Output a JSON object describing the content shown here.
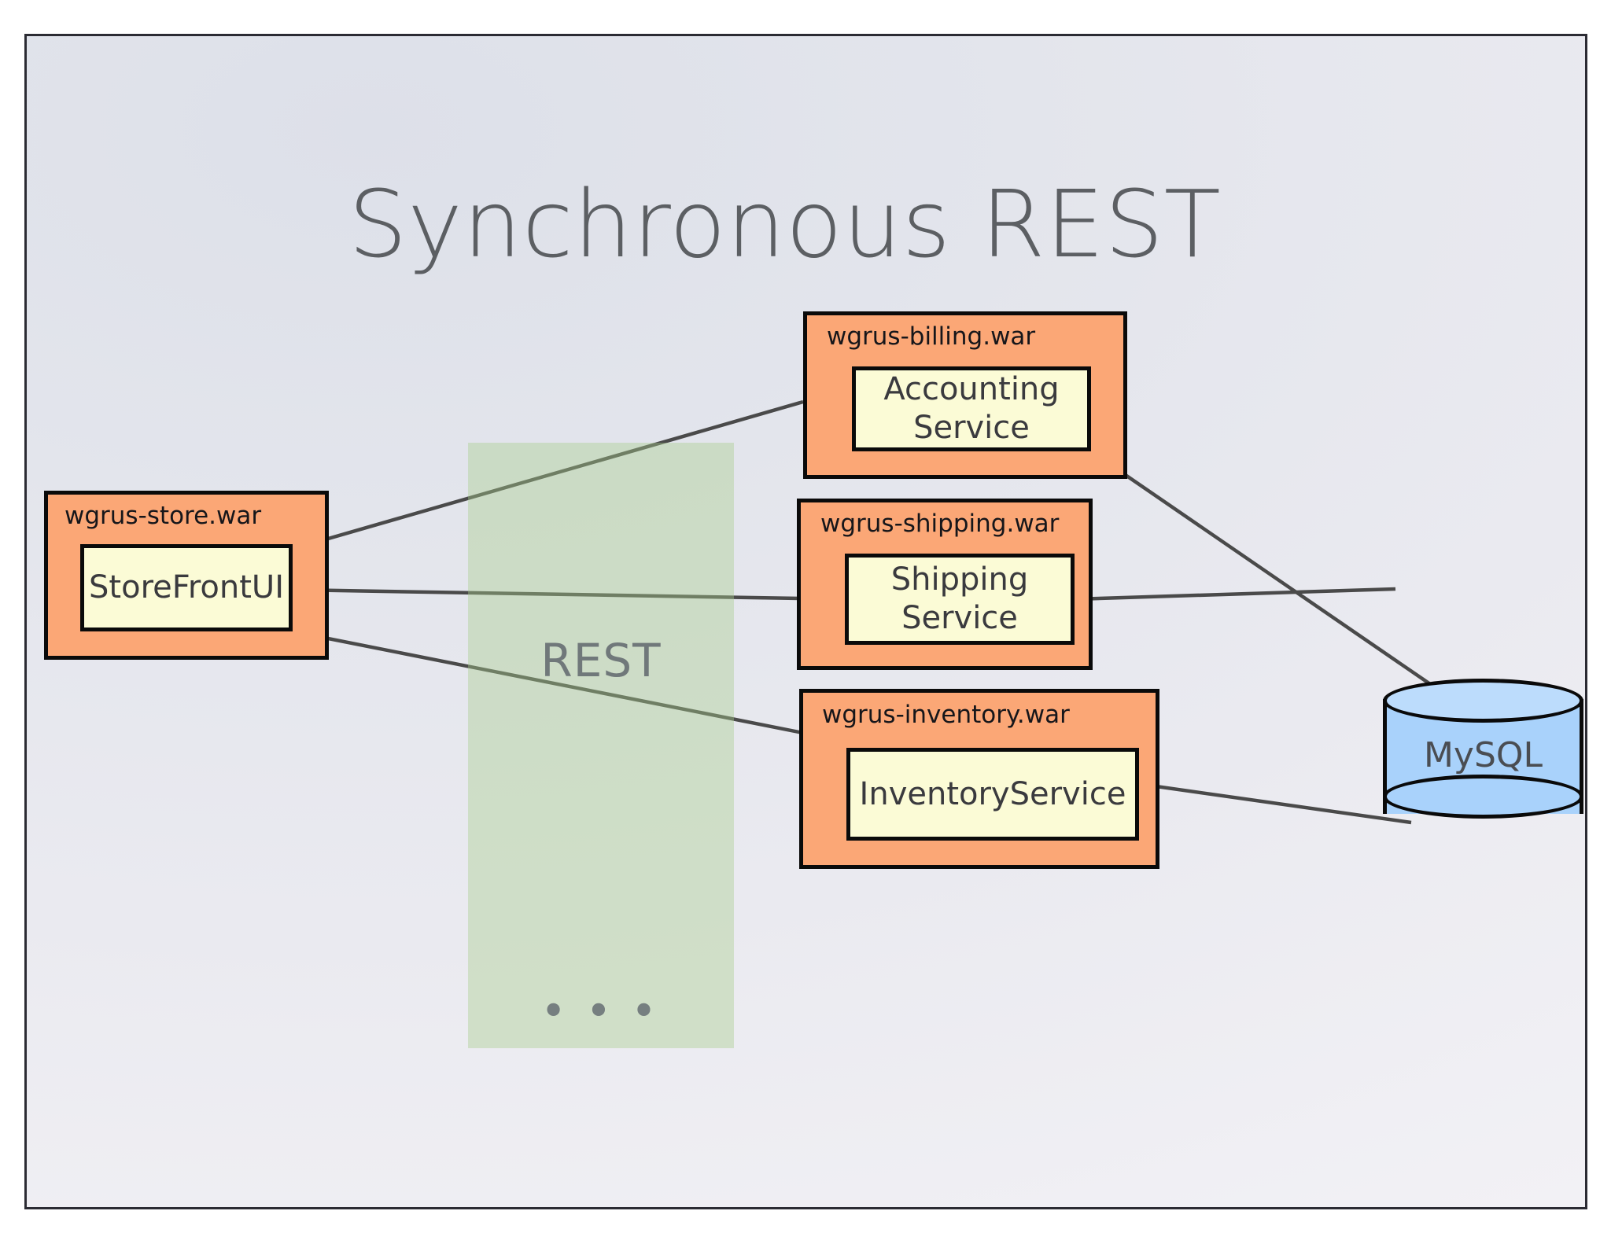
{
  "slide": {
    "title": "Synchronous REST",
    "background_color": "#e8e9ef",
    "border_color": "#2b2b33"
  },
  "rest_band": {
    "label": "REST",
    "ellipsis": "• • •",
    "color": "#a8ce8c"
  },
  "components": {
    "store": {
      "war_label": "wgrus-store.war",
      "service_label": "StoreFrontUI"
    },
    "billing": {
      "war_label": "wgrus-billing.war",
      "service_label": "Accounting\nService",
      "service_line1": "Accounting",
      "service_line2": "Service"
    },
    "shipping": {
      "war_label": "wgrus-shipping.war",
      "service_label": "Shipping\nService",
      "service_line1": "Shipping",
      "service_line2": "Service"
    },
    "inventory": {
      "war_label": "wgrus-inventory.war",
      "service_label": "InventoryService"
    }
  },
  "database": {
    "label": "MySQL",
    "fill_color": "#a9d2fb",
    "border_color": "#0a0a0a"
  },
  "colors": {
    "war_fill": "#fba776",
    "service_fill": "#fbfbd6",
    "edge": "#4a4a4a",
    "title_text": "#5c5f63"
  },
  "connections": [
    {
      "from": "StoreFrontUI",
      "to": "Accounting Service"
    },
    {
      "from": "StoreFrontUI",
      "to": "Shipping Service"
    },
    {
      "from": "StoreFrontUI",
      "to": "InventoryService"
    },
    {
      "from": "Accounting Service",
      "to": "MySQL"
    },
    {
      "from": "Shipping Service",
      "to": "MySQL"
    },
    {
      "from": "InventoryService",
      "to": "MySQL"
    }
  ]
}
